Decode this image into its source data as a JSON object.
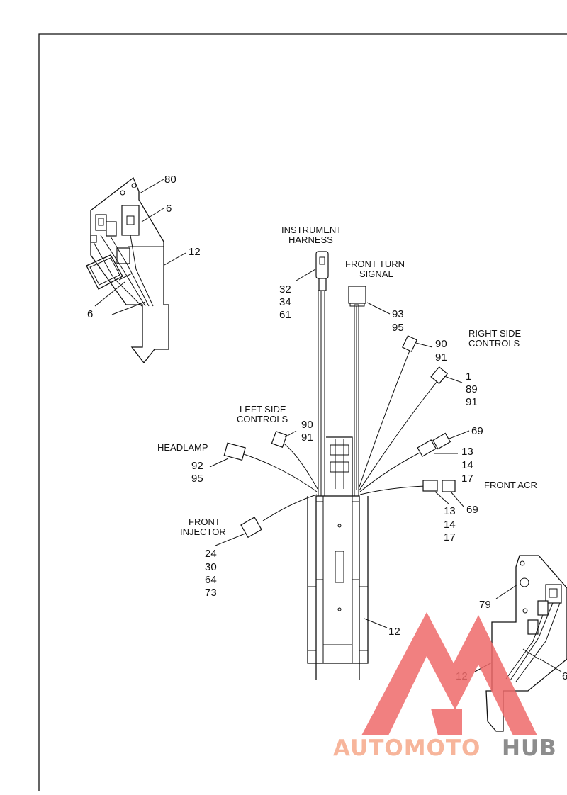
{
  "callouts": {
    "c80": "80",
    "c6a": "6",
    "c12a": "12",
    "c6b": "6",
    "c32": "32",
    "c34": "34",
    "c61": "61",
    "c93": "93",
    "c95a": "95",
    "c90a": "90",
    "c91a": "91",
    "c1": "1",
    "c89": "89",
    "c91b": "91",
    "c69a": "69",
    "c13a": "13",
    "c14a": "14",
    "c17a": "17",
    "c90b": "90",
    "c91c": "91",
    "c92": "92",
    "c95b": "95",
    "c13b": "13",
    "c14b": "14",
    "c17b": "17",
    "c69b": "69",
    "c24": "24",
    "c30": "30",
    "c64": "64",
    "c73": "73",
    "c12b": "12",
    "c79": "79",
    "c12c": "12",
    "c6c": "6"
  },
  "labels": {
    "instrument_1": "INSTRUMENT",
    "instrument_2": "HARNESS",
    "front_turn_1": "FRONT TURN",
    "front_turn_2": "SIGNAL",
    "right_side_1": "RIGHT SIDE",
    "right_side_2": "CONTROLS",
    "left_side_1": "LEFT SIDE",
    "left_side_2": "CONTROLS",
    "headlamp": "HEADLAMP",
    "front_acr": "FRONT ACR",
    "front_injector_1": "FRONT",
    "front_injector_2": "INJECTOR"
  },
  "watermark": {
    "part1": "AUTOMOTO",
    "part2": "HUB",
    "color1": "#f6a98a",
    "color2": "#7a7a7a",
    "logo_color": "#ef6a6a"
  },
  "colors": {
    "line": "#111111",
    "background": "#ffffff"
  }
}
